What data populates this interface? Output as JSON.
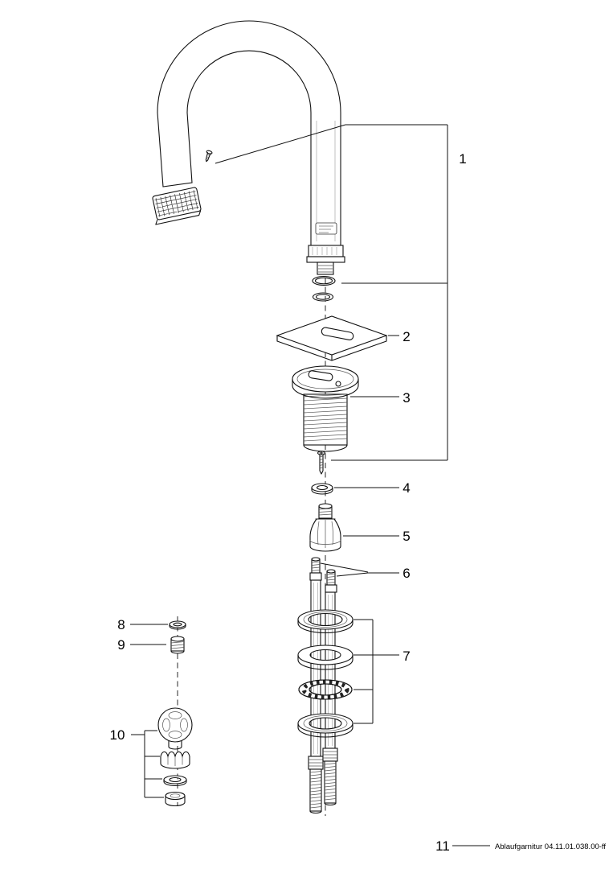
{
  "diagram": {
    "part_labels": {
      "p1": "1",
      "p2": "2",
      "p3": "3",
      "p4": "4",
      "p5": "5",
      "p6": "6",
      "p7": "7",
      "p8": "8",
      "p9": "9",
      "p10": "10",
      "p11": "11"
    },
    "footer": {
      "caption": "Ablaufgarnitur 04.11.01.038.00-ff"
    },
    "colors": {
      "ink": "#000000",
      "background": "#ffffff"
    }
  }
}
